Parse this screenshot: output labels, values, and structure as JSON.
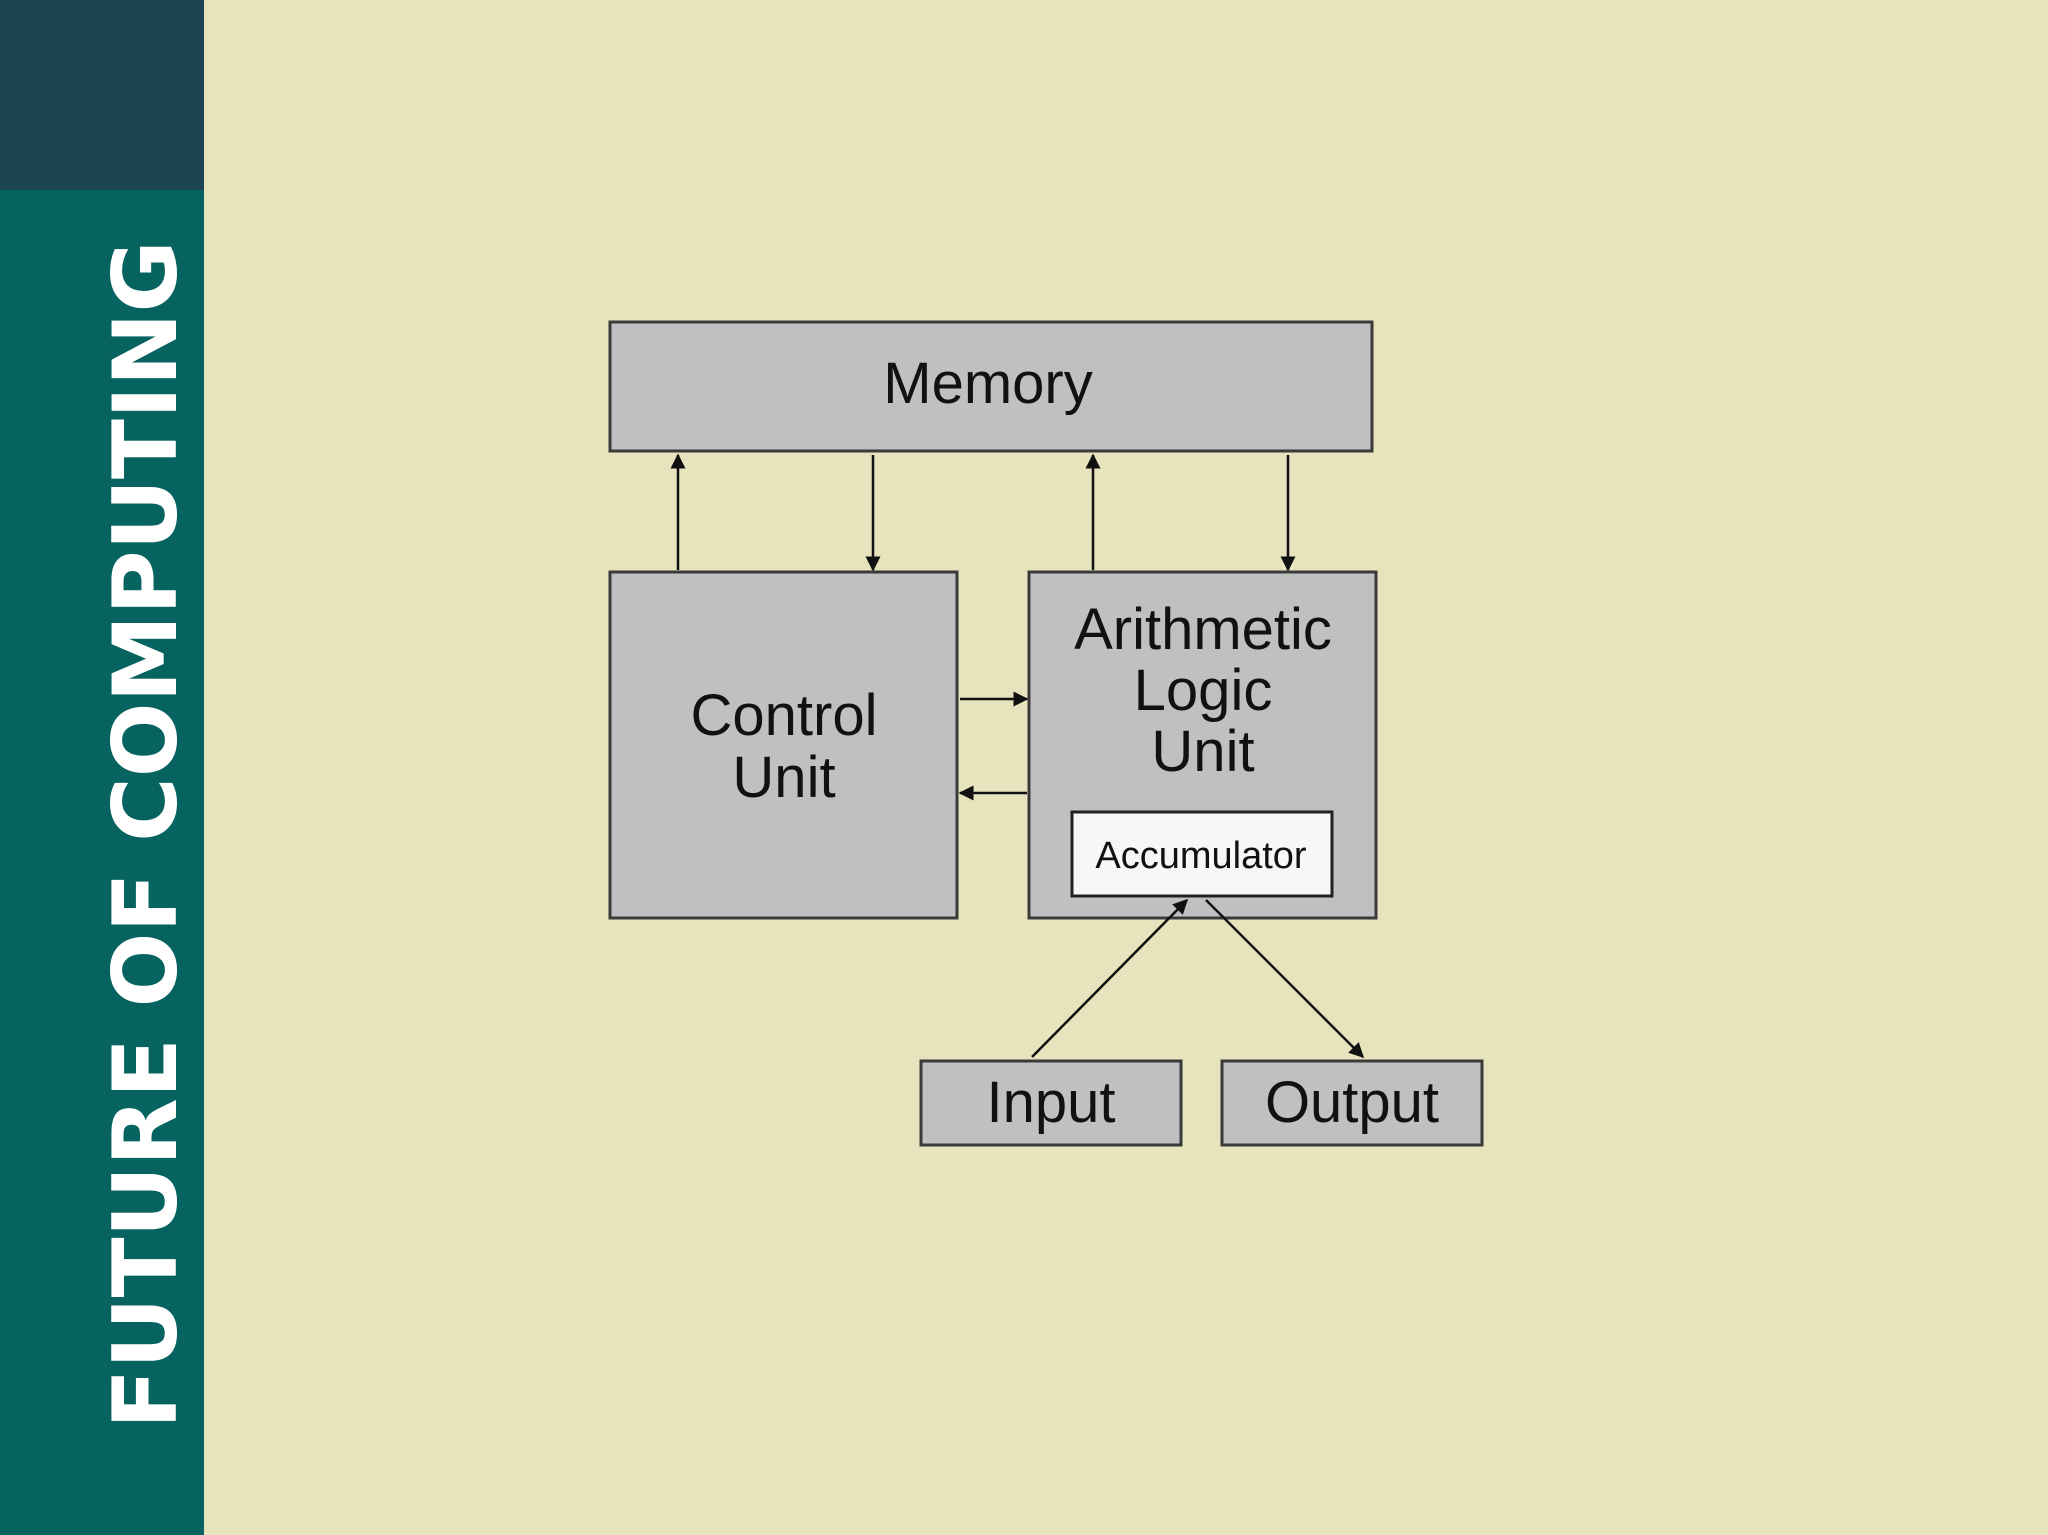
{
  "sidebar": {
    "title": "FUTURE OF COMPUTING",
    "top_color": "#1b4552",
    "bar_color": "#06635f"
  },
  "diagram": {
    "memory": "Memory",
    "control_unit": [
      "Control",
      "Unit"
    ],
    "alu": [
      "Arithmetic",
      "Logic",
      "Unit"
    ],
    "accumulator": "Accumulator",
    "input": "Input",
    "output": "Output"
  },
  "colors": {
    "background": "#e6e3bd",
    "box_fill": "#c0c0c0"
  }
}
